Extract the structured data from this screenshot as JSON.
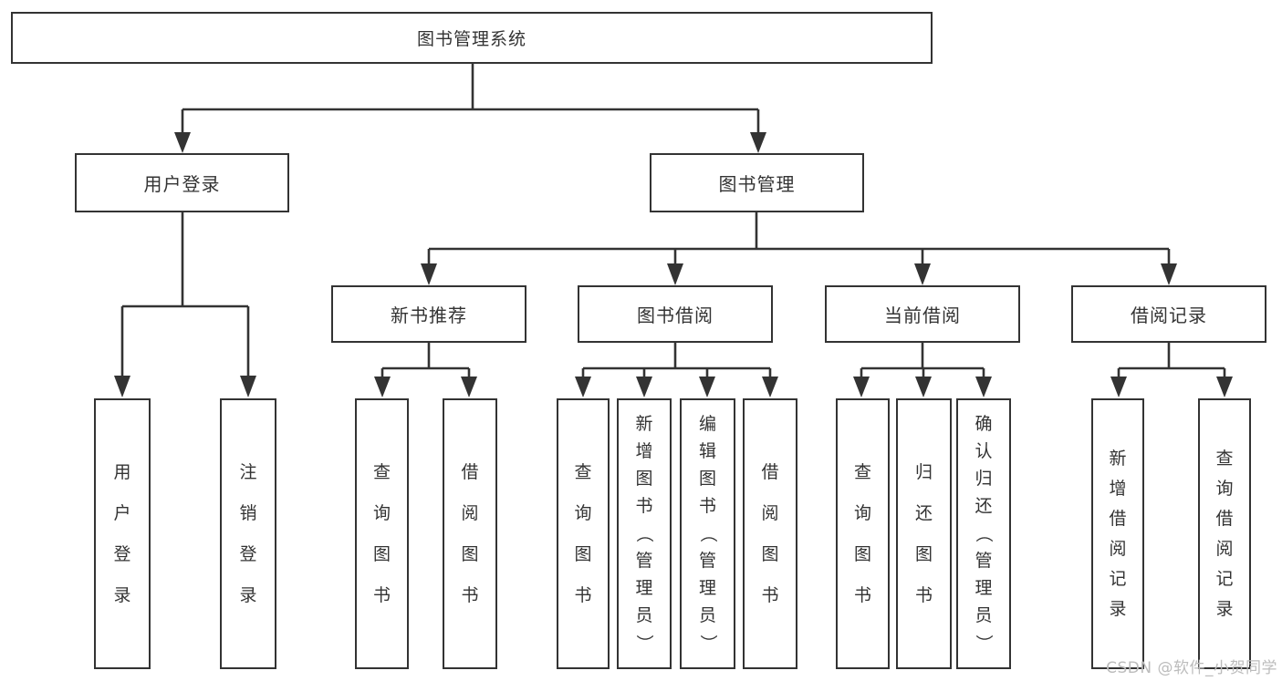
{
  "colors": {
    "line": "#333333",
    "border": "#333333",
    "text": "#333333",
    "background": "#ffffff",
    "watermark": "#bcbcbc"
  },
  "watermark": {
    "text": "CSDN @软件_小贺同学"
  },
  "diagram": {
    "type": "tree",
    "root": {
      "id": "root",
      "label": "图书管理系统"
    },
    "level2": [
      {
        "id": "user-login",
        "label": "用户登录",
        "parent": "root"
      },
      {
        "id": "book-management",
        "label": "图书管理",
        "parent": "root"
      }
    ],
    "level3": [
      {
        "id": "new-book-recommend",
        "label": "新书推荐",
        "parent": "book-management"
      },
      {
        "id": "book-borrow",
        "label": "图书借阅",
        "parent": "book-management"
      },
      {
        "id": "current-borrow",
        "label": "当前借阅",
        "parent": "book-management"
      },
      {
        "id": "borrow-records",
        "label": "借阅记录",
        "parent": "book-management"
      }
    ],
    "leaves": [
      {
        "id": "user-login-leaf",
        "label": "用户登录",
        "parent": "user-login"
      },
      {
        "id": "logout",
        "label": "注销登录",
        "parent": "user-login"
      },
      {
        "id": "query-books-recommend",
        "label": "查询图书",
        "parent": "new-book-recommend"
      },
      {
        "id": "borrow-books-recommend",
        "label": "借阅图书",
        "parent": "new-book-recommend"
      },
      {
        "id": "query-books-borrow",
        "label": "查询图书",
        "parent": "book-borrow"
      },
      {
        "id": "add-books-admin",
        "label": "新增图书（管理员）",
        "parent": "book-borrow"
      },
      {
        "id": "edit-books-admin",
        "label": "编辑图书（管理员）",
        "parent": "book-borrow"
      },
      {
        "id": "borrow-books",
        "label": "借阅图书",
        "parent": "book-borrow"
      },
      {
        "id": "query-books-current",
        "label": "查询图书",
        "parent": "current-borrow"
      },
      {
        "id": "return-books",
        "label": "归还图书",
        "parent": "current-borrow"
      },
      {
        "id": "confirm-return-admin",
        "label": "确认归还（管理员）",
        "parent": "current-borrow"
      },
      {
        "id": "add-borrow-record",
        "label": "新增借阅记录",
        "parent": "borrow-records"
      },
      {
        "id": "query-borrow-record",
        "label": "查询借阅记录",
        "parent": "borrow-records"
      }
    ]
  }
}
